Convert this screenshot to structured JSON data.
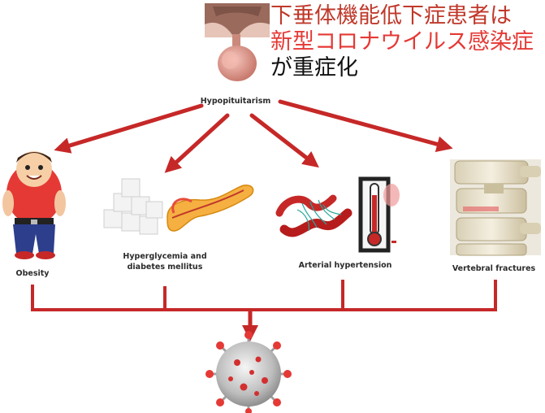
{
  "title": {
    "line1": "下垂体機能低下症患者は",
    "line2": "新型コロナウイルス感染症",
    "line3": "が重症化",
    "line1_color": "#c0392b",
    "line2_color": "#e53935",
    "line3_color": "#111111"
  },
  "center_label": "Hypopituitarism",
  "conditions": [
    {
      "label": "Obesity",
      "icon": "obese-man-icon"
    },
    {
      "label_line1": "Hyperglycemia and",
      "label_line2": "diabetes mellitus",
      "icon": "pancreas-sugar-icon"
    },
    {
      "label": "Arterial hypertension",
      "icon": "artery-thermometer-icon"
    },
    {
      "label": "Vertebral fractures",
      "icon": "spine-icon"
    }
  ],
  "outcome_icon": "coronavirus-icon",
  "colors": {
    "arrow": "#c62828",
    "accent": "#e53935"
  }
}
